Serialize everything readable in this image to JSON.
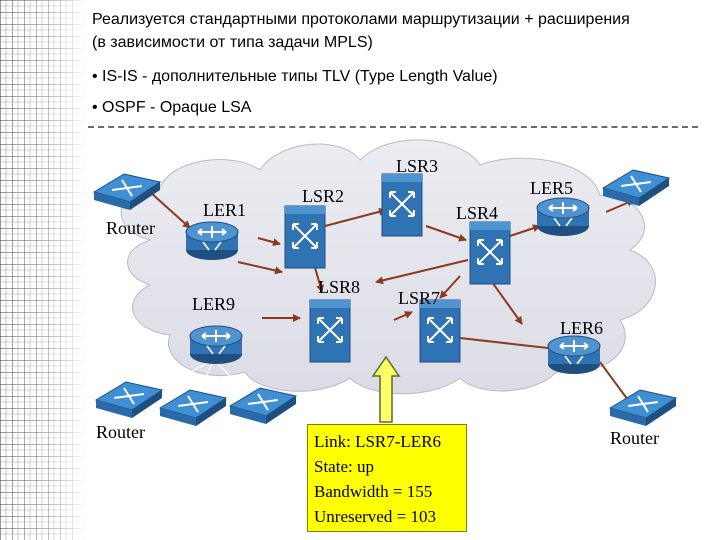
{
  "header": {
    "line1": "Реализуется стандартными  протоколами маршрутизации + расширения",
    "line2": "(в зависимости от типа задачи MPLS)",
    "bullet1": "• IS-IS - дополнительные типы TLV (Type Length Value)",
    "bullet2": "• OSPF - Opaque LSA"
  },
  "nodes": {
    "lsr3": "LSR3",
    "ler5": "LER5",
    "ler1": "LER1",
    "lsr2": "LSR2",
    "lsr4": "LSR4",
    "router_left": "Router",
    "lsr8": "LSR8",
    "lsr7": "LSR7",
    "ler9": "LER9",
    "ler6": "LER6",
    "router_bottom_left": "Router",
    "router_bottom_right": "Router"
  },
  "info_box": {
    "link": "Link: LSR7-LER6",
    "state": "State: up",
    "bandwidth": "Bandwidth = 155",
    "unreserved": "Unreserved = 103"
  },
  "colors": {
    "cloud": "#e6e6ee",
    "router_body": "#2f73b4",
    "link": "#8b3a1e",
    "info_box": "#ffff00",
    "arrow": "#ffff66"
  }
}
